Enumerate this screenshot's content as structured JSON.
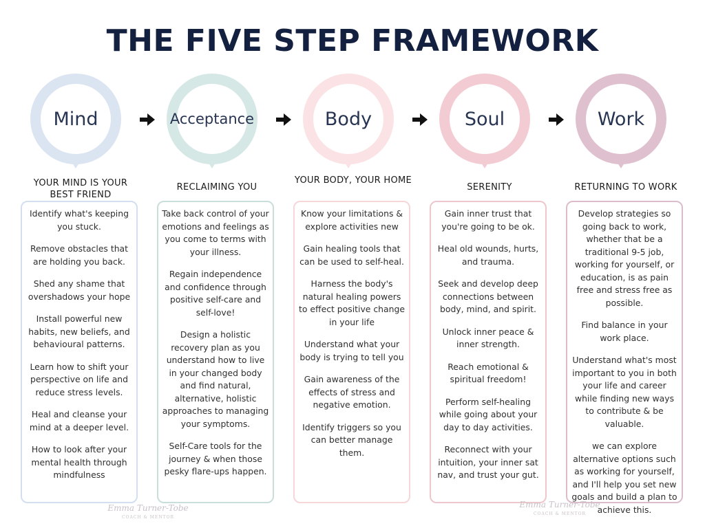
{
  "title": "THE FIVE STEP FRAMEWORK",
  "watermark": {
    "name": "Emma Turner-Tobe",
    "tagline": "COACH & MENTOR"
  },
  "steps": [
    {
      "label": "Mind",
      "subtitle": "YOUR MIND IS YOUR BEST FRIEND",
      "ring_color": "#dbe4f1",
      "border_color": "#d3def0",
      "items": [
        "Identify what's keeping you stuck.",
        "Remove obstacles that are holding you back.",
        "Shed any shame that overshadows your hope",
        "Install powerful new habits, new beliefs, and behavioural patterns.",
        "Learn how to shift your perspective on life and reduce stress levels.",
        "Heal and cleanse your mind at a deeper level.",
        "How to look after your mental health through mindfulness"
      ]
    },
    {
      "label": "Acceptance",
      "subtitle": "RECLAIMING YOU",
      "ring_color": "#d6e8e6",
      "border_color": "#c9dedb",
      "items": [
        "Take back control of your emotions and feelings as you come to terms with your illness.",
        "Regain independence and confidence through positive self-care and self-love!",
        "Design a holistic recovery plan as you understand how to live in your changed body and find natural, alternative, holistic approaches to managing your symptoms.",
        "Self-Care tools for the journey & when those pesky flare-ups happen."
      ]
    },
    {
      "label": "Body",
      "subtitle": "YOUR BODY, YOUR HOME",
      "ring_color": "#fbe3e5",
      "border_color": "#f6d6d9",
      "items": [
        "Know your limitations & explore activities new",
        "Gain healing tools that can be used to self-heal.",
        "Harness the body's natural healing powers to effect positive change in your life",
        "Understand what your body is trying to tell you",
        "Gain awareness of the effects of stress and negative emotion.",
        "Identify triggers so you can better manage them."
      ]
    },
    {
      "label": "Soul",
      "subtitle": "SERENITY",
      "ring_color": "#f3ccd3",
      "border_color": "#eec6cd",
      "items": [
        "Gain inner trust that you're going to be ok.",
        "Heal old wounds, hurts, and trauma.",
        "Seek and develop deep connections between body, mind, and spirit.",
        "Unlock inner peace & inner strength.",
        "Reach emotional & spiritual freedom!",
        "Perform self-healing while going about your day to day activities.",
        "Reconnect with your intuition, your inner sat nav, and trust your gut."
      ]
    },
    {
      "label": "Work",
      "subtitle": "RETURNING TO WORK",
      "ring_color": "#dfc0cf",
      "border_color": "#dcbccb",
      "items": [
        "Develop strategies so going back to work, whether that be a traditional 9-5 job, working for yourself, or education, is as pain free and stress free as possible.",
        "Find balance in your work place.",
        "Understand what's most important to you in both your life and career while finding new ways to contribute & be valuable.",
        "we can explore alternative options such as working for yourself, and I'll help you set new goals and build a plan to achieve this."
      ]
    }
  ]
}
